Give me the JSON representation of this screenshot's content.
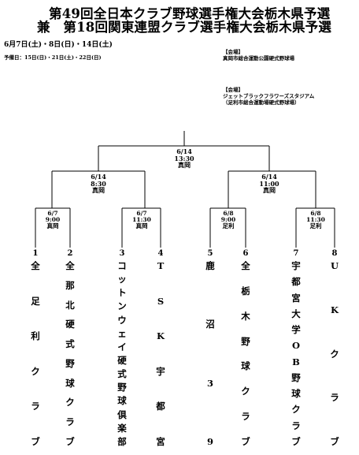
{
  "header": {
    "title_line1": "第49回全日本クラブ野球選手権大会栃木県予選",
    "title_line2": "兼　第18回関東連盟クラブ選手権大会栃木県予選",
    "dates": "6月7日(土)・8日(日)・14日(土)",
    "spare_days": "予備日：15日(日)・21日(土)・22日(日)"
  },
  "venues": [
    {
      "label": "【会場】",
      "name": "真岡市総合運動公園硬式野球場",
      "detail": ""
    },
    {
      "label": "【会場】",
      "name": "ジェットブラックフラワーズスタジアム",
      "detail": "（足利市総合運動場硬式野球場）"
    }
  ],
  "matches": {
    "final": {
      "date": "6/14",
      "time": "13:30",
      "venue": "真岡"
    },
    "semi_left": {
      "date": "6/14",
      "time": "8:30",
      "venue": "真岡"
    },
    "semi_right": {
      "date": "6/14",
      "time": "11:00",
      "venue": "真岡"
    },
    "r1_m1": {
      "date": "6/7",
      "time": "9:00",
      "venue": "真岡"
    },
    "r1_m2": {
      "date": "6/7",
      "time": "11:30",
      "venue": "真岡"
    },
    "r1_m3": {
      "date": "6/8",
      "time": "9:00",
      "venue": "足利"
    },
    "r1_m4": {
      "date": "6/8",
      "time": "11:30",
      "venue": "足利"
    }
  },
  "teams": [
    {
      "number": "1",
      "chars": [
        "全",
        "足",
        "利",
        "ク",
        "ラ",
        "ブ"
      ]
    },
    {
      "number": "2",
      "chars": [
        "全",
        "那",
        "北",
        "硬",
        "式",
        "野",
        "球",
        "ク",
        "ラ",
        "ブ"
      ]
    },
    {
      "number": "3",
      "chars": [
        "コ",
        "ッ",
        "ト",
        "ン",
        "ウ",
        "ェ",
        "イ",
        "硬",
        "式",
        "野",
        "球",
        "倶",
        "楽",
        "部"
      ]
    },
    {
      "number": "4",
      "chars": [
        "T",
        "S",
        "K",
        "宇",
        "都",
        "宮"
      ]
    },
    {
      "number": "5",
      "chars": [
        "鹿",
        "沼",
        "3",
        "9"
      ]
    },
    {
      "number": "6",
      "chars": [
        "全",
        "栃",
        "木",
        "野",
        "球",
        "ク",
        "ラ",
        "ブ"
      ]
    },
    {
      "number": "7",
      "chars": [
        "宇",
        "都",
        "宮",
        "大",
        "学",
        "O",
        "B",
        "野",
        "球",
        "ク",
        "ラ",
        "ブ"
      ]
    },
    {
      "number": "8",
      "chars": [
        "U",
        "K",
        "ク",
        "ラ",
        "ブ"
      ]
    }
  ]
}
